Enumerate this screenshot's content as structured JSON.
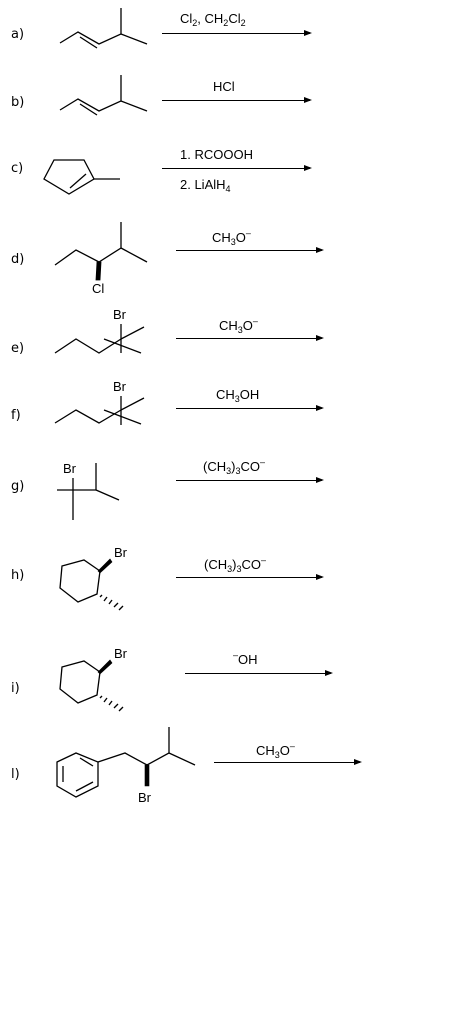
{
  "problems": [
    {
      "id": "a",
      "label": "a)",
      "reagent_html": "Cl<sub>2</sub>, CH<sub>2</sub>Cl<sub>2</sub>"
    },
    {
      "id": "b",
      "label": "b)",
      "reagent_html": "HCl"
    },
    {
      "id": "c",
      "label": "c)",
      "reagent_line1": "1. RCOOOH",
      "reagent_line2_html": "2. LiAlH<sub>4</sub>"
    },
    {
      "id": "d",
      "label": "d)",
      "reagent_html": "CH<sub>3</sub>O<sup>&#8211;</sup>",
      "atom": "Cl"
    },
    {
      "id": "e",
      "label": "e)",
      "reagent_html": "CH<sub>3</sub>O<sup>&#8211;</sup>",
      "atom": "Br"
    },
    {
      "id": "f",
      "label": "f)",
      "reagent_html": "CH<sub>3</sub>OH",
      "atom": "Br"
    },
    {
      "id": "g",
      "label": "g)",
      "reagent_html": "(CH<sub>3</sub>)<sub>3</sub>CO<sup>&#8211;</sup>",
      "atom": "Br"
    },
    {
      "id": "h",
      "label": "h)",
      "reagent_html": "(CH<sub>3</sub>)<sub>3</sub>CO<sup>&#8211;</sup>",
      "atom": "Br"
    },
    {
      "id": "i",
      "label": "i)",
      "reagent_html": "<sup>&#8211;</sup>OH",
      "atom": "Br"
    },
    {
      "id": "l",
      "label": "l)",
      "reagent_html": "CH<sub>3</sub>O<sup>&#8211;</sup>",
      "atom": "Br"
    }
  ]
}
